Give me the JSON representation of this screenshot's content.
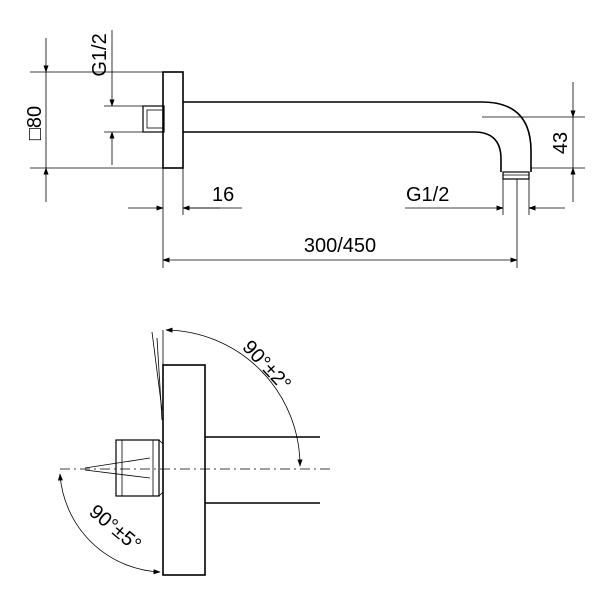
{
  "dimensions": {
    "square_80": "□80",
    "thread_top": "G1/2",
    "wall_16": "16",
    "thread_outlet": "G1/2",
    "drop_43": "43",
    "length": "300/450"
  },
  "angles": {
    "upper": "90°±2°",
    "lower": "90°±5°"
  }
}
